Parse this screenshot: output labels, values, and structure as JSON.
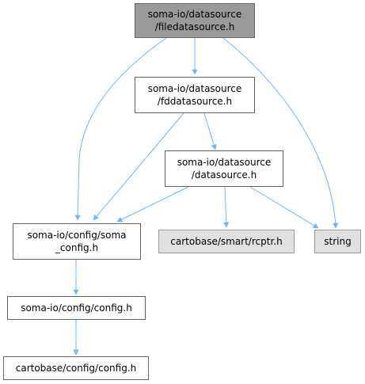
{
  "graph": {
    "nodes": {
      "filedatasource": {
        "line1": "soma-io/datasource",
        "line2": "/filedatasource.h"
      },
      "fddatasource": {
        "line1": "soma-io/datasource",
        "line2": "/fddatasource.h"
      },
      "datasource": {
        "line1": "soma-io/datasource",
        "line2": "/datasource.h"
      },
      "soma_config": {
        "line1": "soma-io/config/soma",
        "line2": "_config.h"
      },
      "rcptr": {
        "line1": "cartobase/smart/rcptr.h"
      },
      "string": {
        "line1": "string"
      },
      "config": {
        "line1": "soma-io/config/config.h"
      },
      "carto_config": {
        "line1": "cartobase/config/config.h"
      }
    },
    "edges": [
      [
        "filedatasource",
        "fddatasource"
      ],
      [
        "filedatasource",
        "soma_config"
      ],
      [
        "filedatasource",
        "string"
      ],
      [
        "fddatasource",
        "soma_config"
      ],
      [
        "fddatasource",
        "datasource"
      ],
      [
        "datasource",
        "soma_config"
      ],
      [
        "datasource",
        "rcptr"
      ],
      [
        "datasource",
        "string"
      ],
      [
        "soma_config",
        "config"
      ],
      [
        "config",
        "carto_config"
      ]
    ],
    "colors": {
      "edge": "#63b8ff",
      "main_fill": "#999999",
      "external_fill": "#e0e0e0",
      "border": "#666666"
    }
  }
}
